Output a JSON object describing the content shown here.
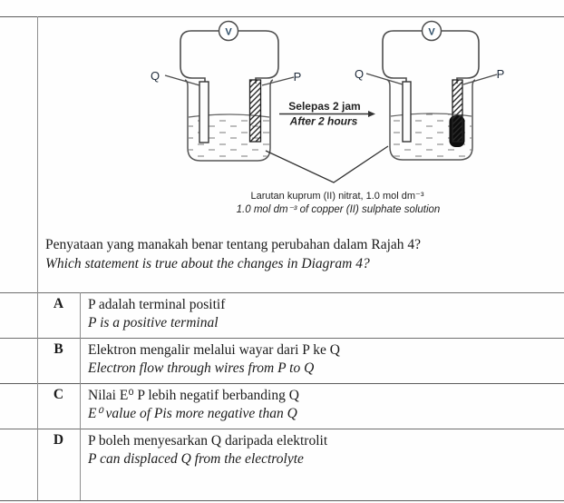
{
  "colors": {
    "ink": "#1b1b1b",
    "table_line": "#6e6e6e",
    "diagram_stroke": "#4d4d4d",
    "voltmeter_text": "#2e4e68"
  },
  "diagram": {
    "voltmeter": "V",
    "left_cell": {
      "left_electrode_label": "Q",
      "right_electrode_label": "P"
    },
    "right_cell": {
      "left_electrode_label": "Q",
      "right_electrode_label": "P"
    },
    "transition_top": "Selepas 2 jam",
    "transition_bottom": "After 2 hours",
    "solution_line1": "Larutan kuprum (II) nitrat, 1.0 mol dm⁻³",
    "solution_line2": "1.0 mol dm⁻³ of copper (II) sulphate solution"
  },
  "question": {
    "malay": "Penyataan yang manakah benar tentang perubahan dalam Rajah 4?",
    "english": "Which statement is true about the changes in Diagram 4?"
  },
  "options": [
    {
      "letter": "A",
      "malay": "P adalah terminal positif",
      "english": "P is a positive terminal"
    },
    {
      "letter": "B",
      "malay": "Elektron mengalir melalui wayar dari P ke Q",
      "english": "Electron flow through wires from P to Q"
    },
    {
      "letter": "C",
      "malay": "Nilai E⁰ P lebih negatif berbanding Q",
      "english": "E⁰ value of Pis more negative than Q"
    },
    {
      "letter": "D",
      "malay": "P boleh menyesarkan Q daripada elektrolit",
      "english": "P can displaced Q from the electrolyte"
    }
  ]
}
